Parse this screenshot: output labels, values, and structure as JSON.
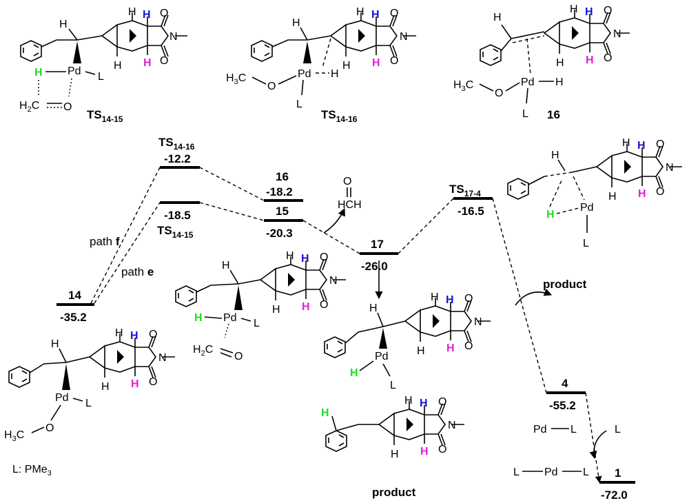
{
  "levels": {
    "s14": {
      "label": "14",
      "energy": "-35.2"
    },
    "ts1416": {
      "label": "TS",
      "sub": "14-16",
      "energy": "-12.2"
    },
    "ts1415": {
      "label": "TS",
      "sub": "14-15",
      "energy": "-18.5"
    },
    "s16": {
      "label": "16",
      "energy": "-18.2"
    },
    "s15": {
      "label": "15",
      "energy": "-20.3"
    },
    "s17": {
      "label": "17",
      "energy": "-26.0"
    },
    "ts174": {
      "label": "TS",
      "sub": "17-4",
      "energy": "-16.5"
    },
    "s4": {
      "label": "4",
      "energy": "-55.2"
    },
    "s1": {
      "label": "1",
      "energy": "-72.0"
    }
  },
  "paths": {
    "f": {
      "prefix": "path ",
      "letter": "f"
    },
    "e": {
      "prefix": "path ",
      "letter": "e"
    }
  },
  "structure_labels": {
    "ts1415": {
      "main": "TS",
      "sub": "14-15"
    },
    "ts1416": {
      "main": "TS",
      "sub": "14-16"
    },
    "s16": "16"
  },
  "annotations": {
    "hch_o": "O",
    "hch": "HCH",
    "product1": "product",
    "product2": "product",
    "ligand_note": "L: PMe",
    "ligand_sub": "3"
  },
  "atoms": {
    "H": "H",
    "Pd": "Pd",
    "L": "L",
    "O": "O",
    "N": "N",
    "H2C": "H",
    "C": "C",
    "H3C": "H",
    "sub2": "2",
    "sub3": "3"
  },
  "pd_species": {
    "pd_l": [
      "Pd",
      "L"
    ],
    "l_pd_l": [
      "L",
      "Pd",
      "L"
    ],
    "free_l": "L"
  },
  "colors": {
    "h_blue": "#1414d8",
    "h_magenta": "#e020d8",
    "h_green": "#19e019"
  }
}
